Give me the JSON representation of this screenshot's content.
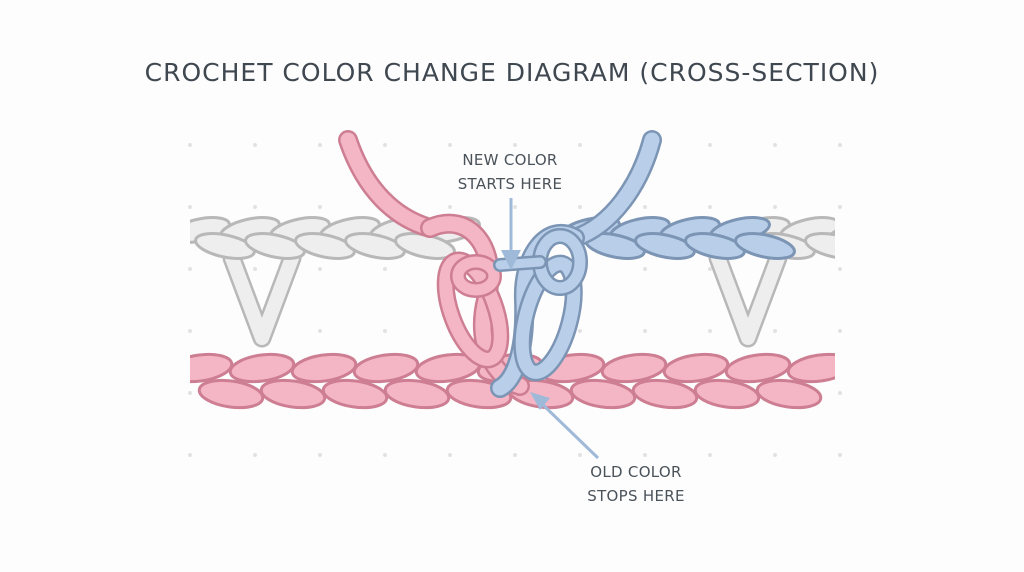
{
  "title": "CROCHET COLOR CHANGE DIAGRAM (CROSS-SECTION)",
  "annotations": {
    "new_color": {
      "line1": "NEW COLOR",
      "line2": "STARTS HERE"
    },
    "old_color": {
      "line1": "OLD COLOR",
      "line2": "STOPS HERE"
    }
  },
  "colors": {
    "old_yarn": "#f4b6c4",
    "old_yarn_outline": "#cd7e92",
    "new_yarn": "#b9cfe9",
    "new_yarn_outline": "#7c95b5",
    "inactive_yarn": "#eeeeee",
    "inactive_outline": "#b8b8b8",
    "arrow": "#9fb9d9",
    "text": "#3f4750",
    "grid_dot": "#e2e2e2"
  }
}
